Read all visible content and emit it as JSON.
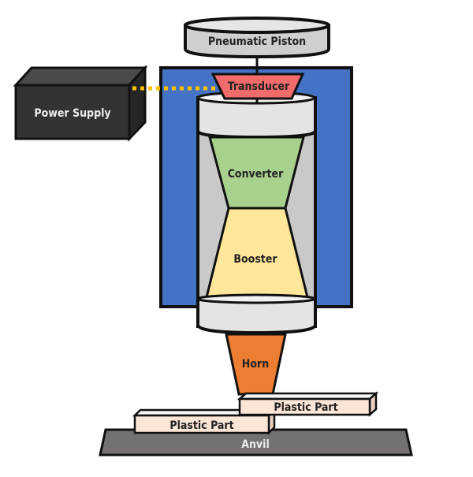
{
  "diagram": {
    "title": "Ultrasonic welding machine components",
    "components": {
      "pneumatic_piston": {
        "label": "Pneumatic Piston",
        "color": "#cfcfcf"
      },
      "power_supply": {
        "label": "Power Supply",
        "color": "#333333"
      },
      "transducer": {
        "label": "Transducer",
        "color": "#f26b6b"
      },
      "frame": {
        "color": "#4472c4"
      },
      "housing": {
        "color": "#e4e4e4"
      },
      "converter": {
        "label": "Converter",
        "color": "#a9d18e"
      },
      "booster": {
        "label": "Booster",
        "color": "#ffe699"
      },
      "horn": {
        "label": "Horn",
        "color": "#ed7d31"
      },
      "plastic_part_upper": {
        "label": "Plastic Part",
        "color": "#fbe5d6"
      },
      "plastic_part_lower": {
        "label": "Plastic Part",
        "color": "#fbe5d6"
      },
      "anvil": {
        "label": "Anvil",
        "color": "#767171"
      }
    },
    "connections": [
      {
        "from": "Power Supply",
        "to": "Transducer",
        "style": "dotted",
        "color": "#ffc000"
      },
      {
        "from": "Pneumatic Piston",
        "to": "Transducer",
        "style": "solid-rod"
      }
    ]
  }
}
